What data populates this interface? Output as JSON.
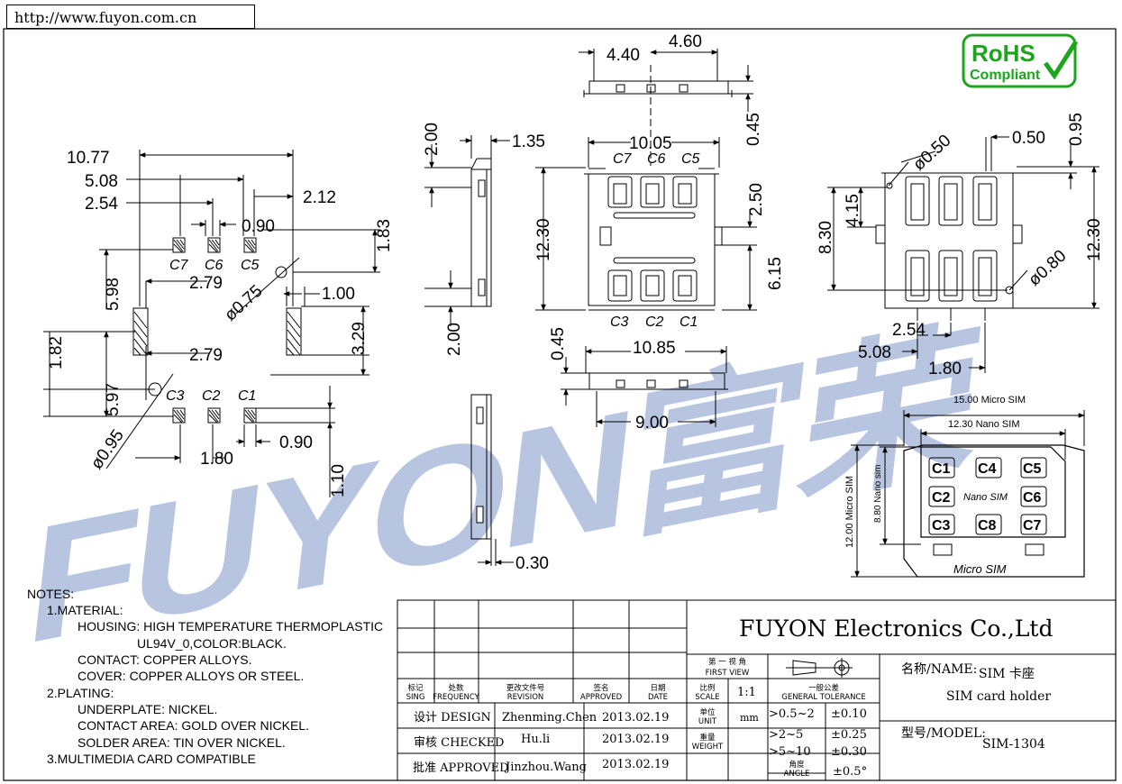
{
  "url": "http://www.fuyon.com.cn",
  "watermark": "FUYON富荣",
  "rohs": {
    "line1": "RoHS",
    "line2": "Compliant"
  },
  "dims_left": {
    "d1077": "10.77",
    "d508": "5.08",
    "d254": "2.54",
    "d212": "2.12",
    "d090": "0.90",
    "d183": "1.83",
    "d279a": "2.79",
    "d075": "ø0.75",
    "d100": "1.00",
    "d598": "5.98",
    "d329": "3.29",
    "d182": "1.82",
    "d279b": "2.79",
    "d597": "5.97",
    "d095": "ø0.95",
    "d180": "1.80",
    "d090b": "0.90",
    "d110": "1.10"
  },
  "pads_top": [
    "C7",
    "C6",
    "C5"
  ],
  "pads_bottom": [
    "C3",
    "C2",
    "C1"
  ],
  "dims_side": {
    "d200a": "2.00",
    "d135": "1.35",
    "d200b": "2.00",
    "d030": "0.30"
  },
  "dims_center": {
    "d440": "4.40",
    "d460": "4.60",
    "d045a": "0.45",
    "d1005": "10.05",
    "d1230": "12.30",
    "d250": "2.50",
    "d615": "6.15",
    "d045b": "0.45",
    "d1085": "10.85",
    "d900": "9.00"
  },
  "dims_right": {
    "d050": "ø0.50",
    "d0500": "0.50",
    "d095": "0.95",
    "d415": "4.15",
    "d830": "8.30",
    "d1230": "12.30",
    "d080": "ø0.80",
    "d254": "2.54",
    "d508": "5.08",
    "d180": "1.80"
  },
  "card": {
    "micro_width": "15.00 Micro SIM",
    "nano_width": "12.30 Nano SIM",
    "micro_height": "12.00 Micro SIM",
    "nano_height": "8.80 Nano sim",
    "pads_row1": [
      "C1",
      "C4",
      "C5"
    ],
    "pads_row2": [
      "C2",
      "Nano SIM",
      "C6"
    ],
    "pads_row3": [
      "C3",
      "C8",
      "C7"
    ],
    "bottom_label": "Micro SIM"
  },
  "notes": {
    "title": "NOTES:",
    "lines": [
      "1.MATERIAL:",
      "HOUSING: HIGH TEMPERATURE THERMOPLASTIC",
      "UL94V_0,COLOR:BLACK.",
      "CONTACT: COPPER ALLOYS.",
      "COVER: COPPER ALLOYS OR STEEL.",
      "2.PLATING:",
      "UNDERPLATE: NICKEL.",
      "CONTACT AREA: GOLD OVER NICKEL.",
      "SOLDER AREA: TIN OVER NICKEL.",
      "3.MULTIMEDIA CARD COMPATIBLE"
    ]
  },
  "titleblock": {
    "company": "FUYON Electronics Co.,Ltd",
    "hdr_sing": "标记",
    "hdr_sing_en": "SING",
    "hdr_freq": "处数",
    "hdr_freq_en": "FREQUENCY",
    "hdr_rev": "更改文件号",
    "hdr_rev_en": "REVISION",
    "hdr_appr": "签名",
    "hdr_appr_en": "APPROVED",
    "hdr_date": "日期",
    "hdr_date_en": "DATE",
    "design_label": "设计 DESIGN",
    "design_name": "Zhenming.Chen",
    "design_date": "2013.02.19",
    "checked_label": "审核 CHECKED",
    "checked_name": "Hu.li",
    "checked_date": "2013.02.19",
    "approved_label": "批准 APPROVED",
    "approved_name": "Jinzhou.Wang",
    "approved_date": "2013.02.19",
    "view_cn": "第 一 视 角",
    "view_en": "FIRST VIEW",
    "scale_cn": "比例",
    "scale_en": "SCALE",
    "scale_val": "1:1",
    "unit_cn": "单位",
    "unit_en": "UNIT",
    "unit_val": "mm",
    "weight_cn": "重量",
    "weight_en": "WEIGHT",
    "angle_cn": "角度",
    "angle_en": "ANGLE",
    "tol_cn": "一般公差",
    "tol_en": "GENERAL TOLERANCE",
    "tol_rows": [
      {
        "range": ">0.5~2",
        "tol": "±0.10"
      },
      {
        "range": ">2~5",
        "tol": "±0.25"
      },
      {
        "range": ">5~10",
        "tol": "±0.30"
      }
    ],
    "angle_tol": "±0.5°",
    "name_label": "名称/NAME:",
    "name_cn": "SIM 卡座",
    "name_en": "SIM card holder",
    "model_label": "型号/MODEL:",
    "model_val": "SIM-1304"
  }
}
